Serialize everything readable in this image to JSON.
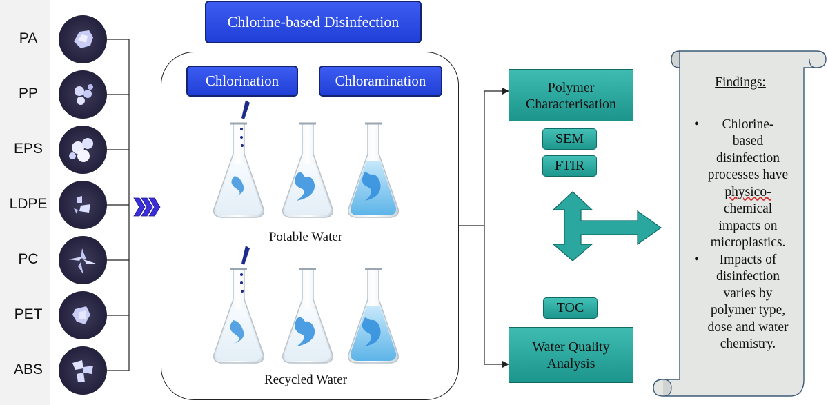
{
  "samples": [
    "PA",
    "PP",
    "EPS",
    "LDPE",
    "PC",
    "PET",
    "ABS"
  ],
  "header": {
    "title": "Chlorine-based Disinfection"
  },
  "methods": {
    "chlorination": "Chlorination",
    "chloramination": "Chloramination"
  },
  "water": {
    "potable": "Potable Water",
    "recycled": "Recycled Water"
  },
  "polymer": {
    "line1": "Polymer",
    "line2": "Characterisation",
    "sem": "SEM",
    "ftir": "FTIR"
  },
  "water_quality": {
    "toc": "TOC",
    "line1": "Water Quality",
    "line2": "Analysis"
  },
  "findings": {
    "title": "Findings:",
    "bullet1": [
      "Chlorine-",
      "based",
      "disinfection",
      "processes have",
      "physico-",
      "chemical",
      "impacts on",
      "microplastics."
    ],
    "bullet2": [
      "Impacts of",
      "disinfection",
      "varies by",
      "polymer type,",
      "dose and water",
      "chemistry."
    ]
  },
  "colors": {
    "blue": "#2a46e0",
    "teal": "#2aa89f",
    "chevron": "#3a2fd8",
    "scroll": "#e4e6e3"
  }
}
